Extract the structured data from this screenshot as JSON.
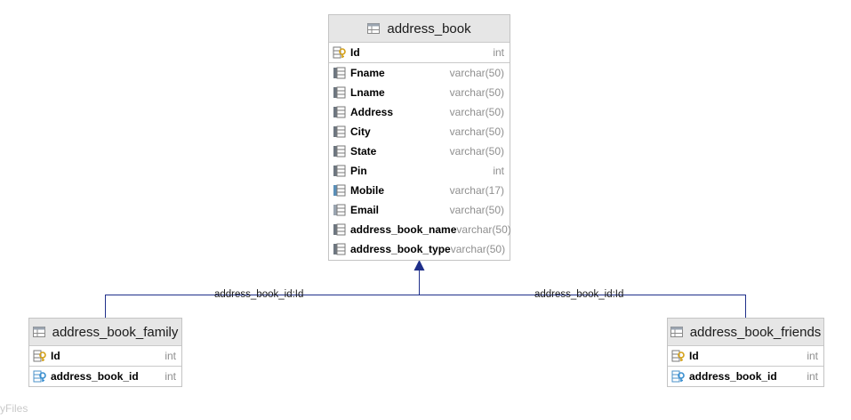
{
  "tables": {
    "address_book": {
      "name": "address_book",
      "pk": [
        {
          "name": "Id",
          "type": "int",
          "icon": "primary-key-icon"
        }
      ],
      "columns": [
        {
          "name": "Fname",
          "type": "varchar(50)",
          "icon": "column-icon"
        },
        {
          "name": "Lname",
          "type": "varchar(50)",
          "icon": "column-icon"
        },
        {
          "name": "Address",
          "type": "varchar(50)",
          "icon": "column-icon"
        },
        {
          "name": "City",
          "type": "varchar(50)",
          "icon": "column-icon"
        },
        {
          "name": "State",
          "type": "varchar(50)",
          "icon": "column-icon"
        },
        {
          "name": "Pin",
          "type": "int",
          "icon": "column-icon"
        },
        {
          "name": "Mobile",
          "type": "varchar(17)",
          "icon": "column-icon"
        },
        {
          "name": "Email",
          "type": "varchar(50)",
          "icon": "column-icon"
        },
        {
          "name": "address_book_name",
          "type": "varchar(50)",
          "icon": "column-icon"
        },
        {
          "name": "address_book_type",
          "type": "varchar(50)",
          "icon": "column-icon"
        }
      ]
    },
    "address_book_family": {
      "name": "address_book_family",
      "pk": [
        {
          "name": "Id",
          "type": "int",
          "icon": "primary-key-icon"
        }
      ],
      "columns": [
        {
          "name": "address_book_id",
          "type": "int",
          "icon": "foreign-key-icon"
        }
      ]
    },
    "address_book_friends": {
      "name": "address_book_friends",
      "pk": [
        {
          "name": "Id",
          "type": "int",
          "icon": "primary-key-icon"
        }
      ],
      "columns": [
        {
          "name": "address_book_id",
          "type": "int",
          "icon": "foreign-key-icon"
        }
      ]
    }
  },
  "relations": [
    {
      "label": "address_book_id:Id",
      "from": "address_book_family",
      "to": "address_book"
    },
    {
      "label": "address_book_id:Id",
      "from": "address_book_friends",
      "to": "address_book"
    }
  ],
  "watermark": "yFiles",
  "colors": {
    "header_bg": "#e6e6e6",
    "border": "#c4c4c4",
    "relation_line": "#1f2f8a",
    "type_text": "#8f8f8f"
  }
}
